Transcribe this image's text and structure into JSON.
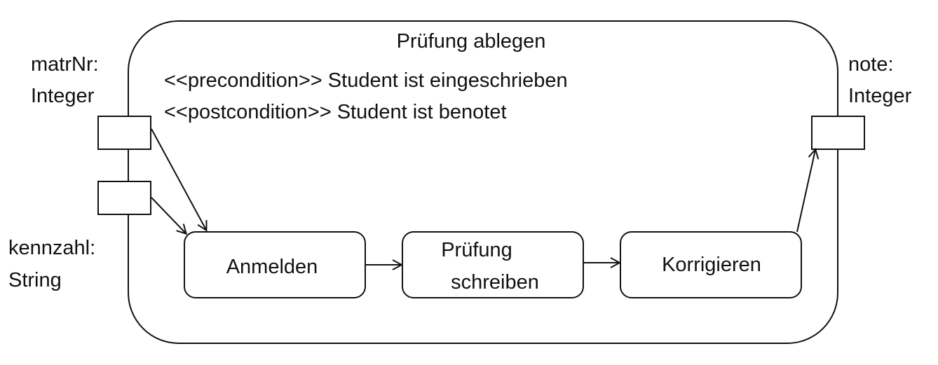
{
  "activity": {
    "title": "Prüfung ablegen",
    "precondition": "<<precondition>> Student ist eingeschrieben",
    "postcondition": "<<postcondition>> Student ist benotet"
  },
  "parameters": {
    "in_matrnr": {
      "line1": "matrNr:",
      "line2": "Integer"
    },
    "in_kennzahl": {
      "line1": "kennzahl:",
      "line2": "String"
    },
    "out_note": {
      "line1": "note:",
      "line2": "Integer"
    }
  },
  "actions": {
    "anmelden": "Anmelden",
    "pruefung_schreiben": {
      "line1": "Prüfung",
      "line2": "schreiben"
    },
    "korrigieren": "Korrigieren"
  },
  "colors": {
    "stroke": "#111111",
    "background": "#ffffff"
  }
}
